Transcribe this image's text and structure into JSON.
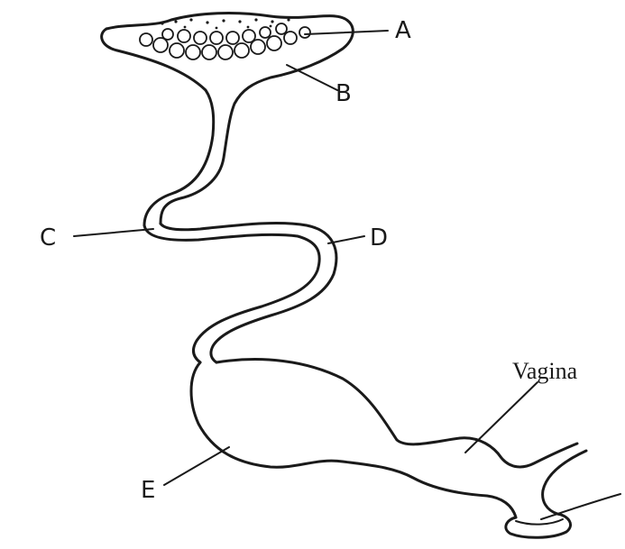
{
  "labels": {
    "A": "A",
    "B": "B",
    "C": "C",
    "D": "D",
    "E": "E",
    "vagina": "Vagina"
  },
  "colors": {
    "ink": "#1a1a1a",
    "paper": "#ffffff"
  }
}
